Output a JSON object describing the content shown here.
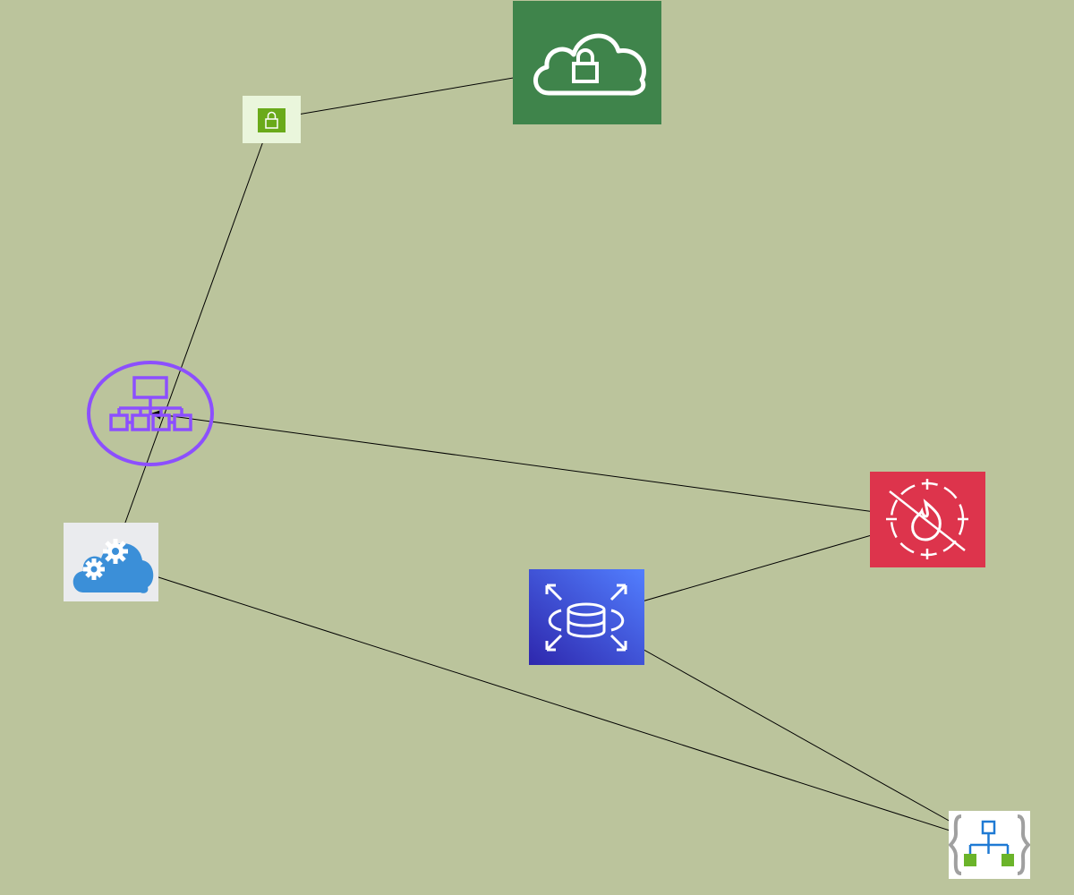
{
  "diagram": {
    "background": "#bbc49c",
    "edge_color": "#000000",
    "nodes": [
      {
        "id": "vpc",
        "icon": "cloud-lock-icon",
        "bg": "#3f844b",
        "fg": "#ffffff"
      },
      {
        "id": "lock",
        "icon": "lock-icon",
        "bg": "#eaf6dc",
        "fg": "#6aaa1a"
      },
      {
        "id": "hier",
        "icon": "hierarchy-network-icon",
        "bg": "transparent",
        "fg": "#8c4fff"
      },
      {
        "id": "firewall",
        "icon": "firewall-icon",
        "bg": "#dd344c",
        "fg": "#ffffff"
      },
      {
        "id": "cloudcfg",
        "icon": "cloud-gears-icon",
        "bg": "#eaebee",
        "fg": "#3b8fd8"
      },
      {
        "id": "rds",
        "icon": "database-scale-icon",
        "bg": "#3446e0",
        "fg": "#ffffff"
      },
      {
        "id": "logicapp",
        "icon": "logic-app-icon",
        "bg": "#ffffff",
        "fg": "#1f7ad4"
      }
    ],
    "edges": [
      {
        "from": "vpc",
        "to": "lock"
      },
      {
        "from": "lock",
        "to": "cloudcfg"
      },
      {
        "from": "firewall",
        "to": "hier"
      },
      {
        "from": "rds",
        "to": "firewall"
      },
      {
        "from": "cloudcfg",
        "to": "logicapp"
      },
      {
        "from": "logicapp",
        "to": "rds"
      }
    ]
  }
}
